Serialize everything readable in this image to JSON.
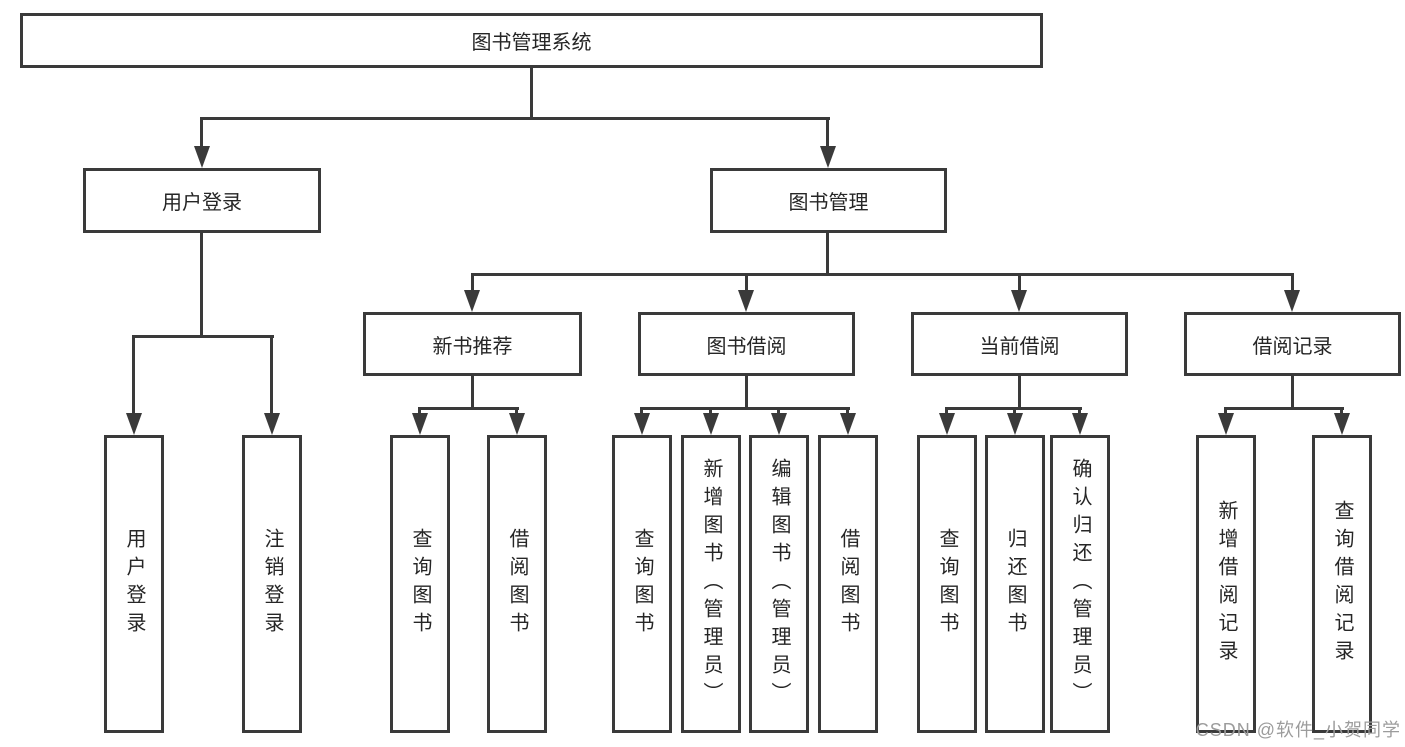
{
  "page": {
    "background": "#ffffff"
  },
  "colors": {
    "line": "#3a3a3a",
    "box_border": "#3a3a3a",
    "text": "#262626",
    "watermark": "#9c9c9c"
  },
  "watermark": {
    "text": "CSDN @软件_小贺同学"
  },
  "diagram": {
    "type": "hierarchy-tree",
    "root": {
      "label": "图书管理系统"
    },
    "branches": [
      {
        "label": "用户登录",
        "children": [
          {
            "label": "用户登录"
          },
          {
            "label": "注销登录"
          }
        ]
      },
      {
        "label": "图书管理",
        "children": [
          {
            "label": "新书推荐",
            "children": [
              {
                "label": "查询图书"
              },
              {
                "label": "借阅图书"
              }
            ]
          },
          {
            "label": "图书借阅",
            "children": [
              {
                "label": "查询图书"
              },
              {
                "label": "新增图书（管理员）"
              },
              {
                "label": "编辑图书（管理员）"
              },
              {
                "label": "借阅图书"
              }
            ]
          },
          {
            "label": "当前借阅",
            "children": [
              {
                "label": "查询图书"
              },
              {
                "label": "归还图书"
              },
              {
                "label": "确认归还（管理员）"
              }
            ]
          },
          {
            "label": "借阅记录",
            "children": [
              {
                "label": "新增借阅记录"
              },
              {
                "label": "查询借阅记录"
              }
            ]
          }
        ]
      }
    ]
  }
}
